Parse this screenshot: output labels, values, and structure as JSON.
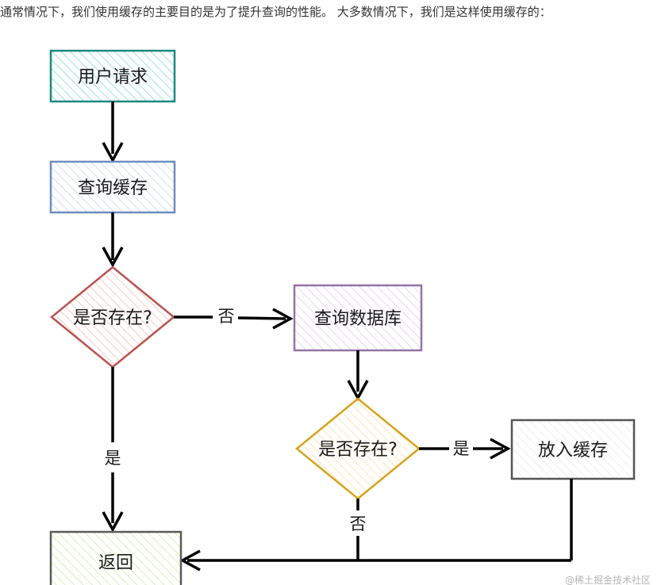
{
  "intro": "通常情况下，我们使用缓存的主要目的是为了提升查询的性能。 大多数情况下，我们是这样使用缓存的：",
  "nodes": {
    "user_request": "用户请求",
    "query_cache": "查询缓存",
    "exists_1": "是否存在?",
    "query_db": "查询数据库",
    "exists_2": "是否存在?",
    "put_cache": "放入缓存",
    "return": "返回"
  },
  "edges": {
    "no_1": "否",
    "yes_1": "是",
    "yes_2": "是",
    "no_2": "否"
  },
  "colors": {
    "user_request": "#18897f",
    "query_cache": "#6c8ebf",
    "exists_1": "#b85450",
    "query_db": "#9673a6",
    "exists_2": "#d6a319",
    "put_cache": "#555555",
    "return": "#5a5a5a",
    "arrow": "#000000"
  },
  "watermark": "@稀土掘金技术社区"
}
